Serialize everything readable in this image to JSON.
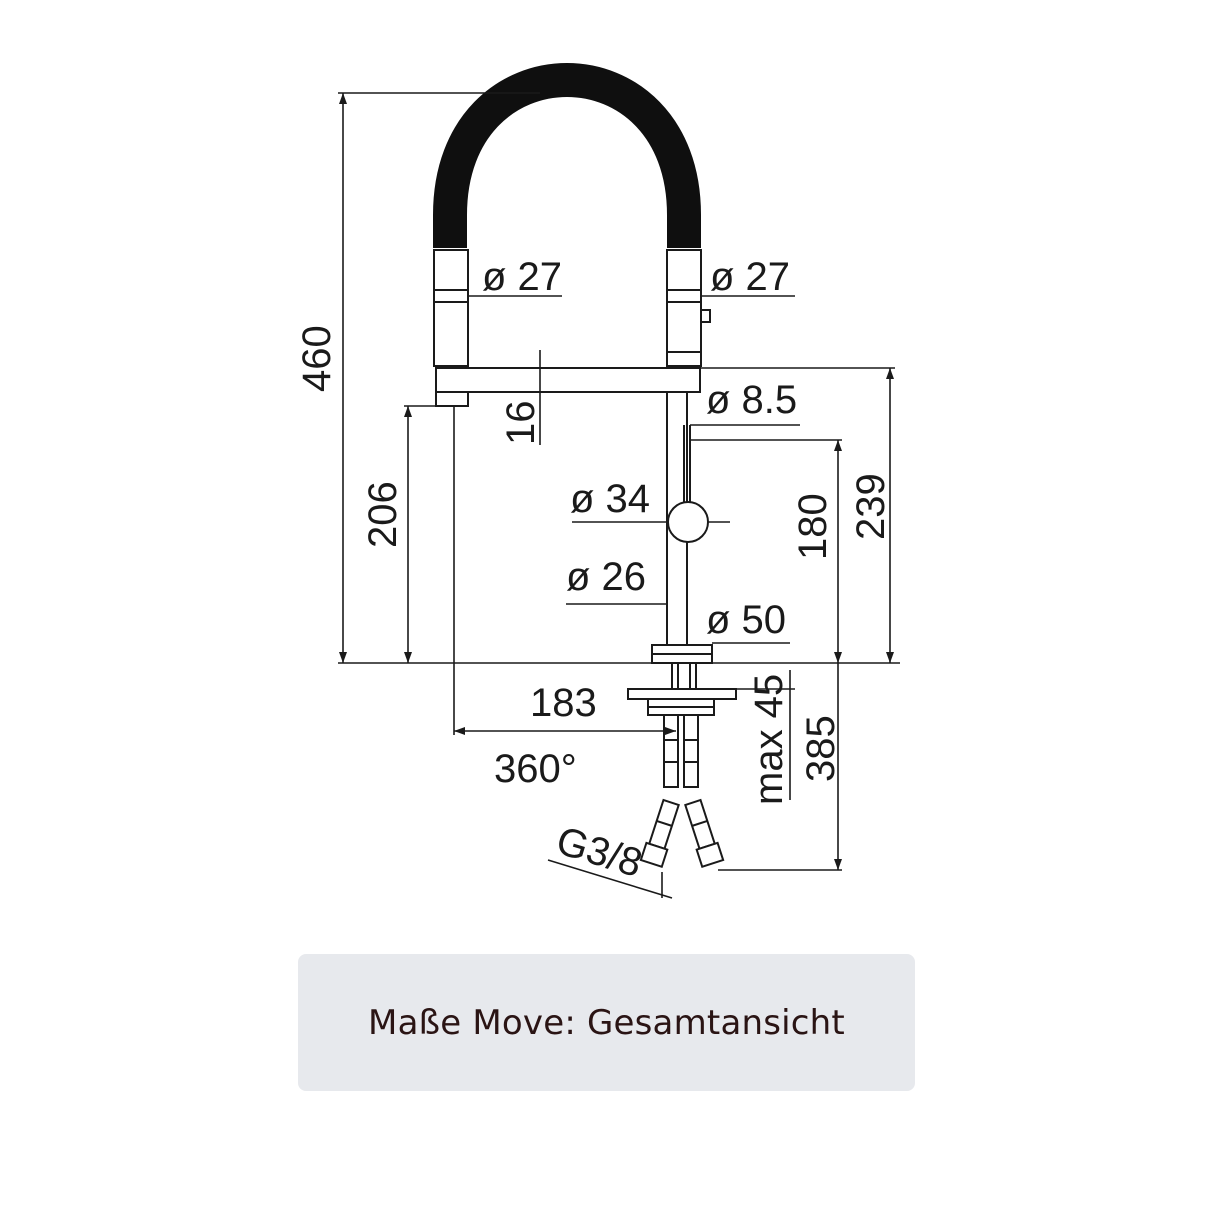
{
  "diagram": {
    "labels": {
      "height_total": "460",
      "hose_dia_left": "ø 27",
      "hose_dia_right": "ø 27",
      "bar_height": "16",
      "spout_dia": "ø 8.5",
      "height_under_bar": "206",
      "knob_dia": "ø 34",
      "body_dia": "ø 26",
      "height_180": "180",
      "height_239": "239",
      "base_dia": "ø 50",
      "reach": "183",
      "max_thickness": "max 45",
      "hose_length": "385",
      "rotation": "360°",
      "thread": "G3/8"
    }
  },
  "caption": {
    "text": "Maße Move: Gesamtansicht"
  }
}
